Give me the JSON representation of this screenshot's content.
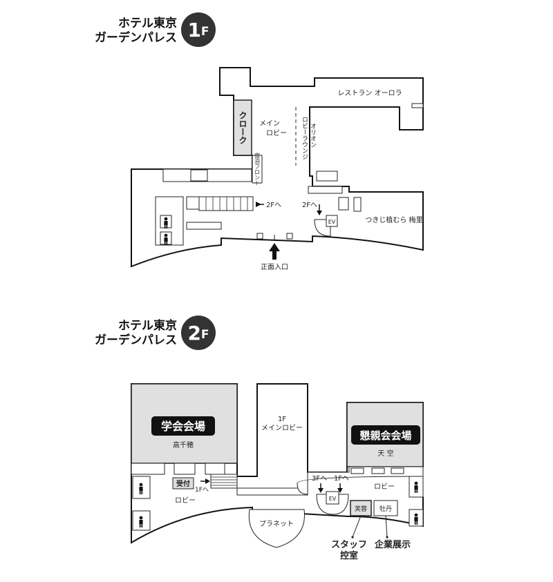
{
  "floor1": {
    "title_line1": "ホテル東京",
    "title_line2": "ガーデンパレス",
    "badge_number": "1",
    "badge_floor": "F",
    "labels": {
      "restaurant": "レストラン オーロラ",
      "cloak": "クローク",
      "main_lobby_1": "メイン",
      "main_lobby_2": "ロビー",
      "lobby_lounge_1": "ロビーラウンジ",
      "lobby_lounge_2": "オリオン",
      "front_desk": "宿泊フロント",
      "to_2f_left": "2Fへ",
      "to_2f_right": "2Fへ",
      "ev": "EV",
      "tsugiki": "つきじ植むら 梅里",
      "entrance": "正面入口"
    }
  },
  "floor2": {
    "title_line1": "ホテル東京",
    "title_line2": "ガーデンパレス",
    "badge_number": "2",
    "badge_floor": "F",
    "labels": {
      "gakkai_hall": "学会会場",
      "takachiho": "高千穂",
      "main_lobby_1": "1F",
      "main_lobby_2": "メインロビー",
      "konshin_hall": "懇親会会場",
      "tenku": "天 空",
      "uketsuke": "受付",
      "to_1f_left": "1Fへ",
      "lobby_left": "ロビー",
      "to_3f": "3Fへ",
      "to_1f_right": "1Fへ",
      "ev": "EV",
      "lobby_right": "ロビー",
      "fuyo": "芙蓉",
      "botan": "牡丹",
      "planet": "プラネット",
      "staff_1": "スタッフ",
      "staff_2": "控室",
      "exhibit": "企業展示"
    }
  }
}
